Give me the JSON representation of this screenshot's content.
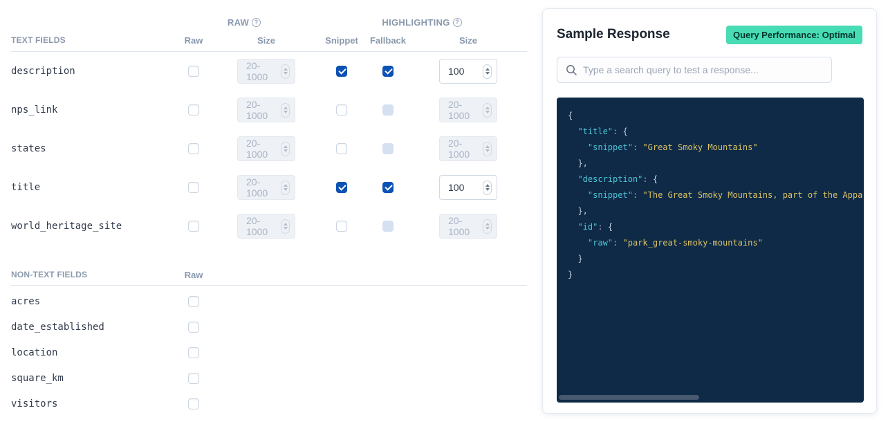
{
  "colors": {
    "accent_checkbox_blue": "#0c51b4",
    "badge_green": "#48dcb4",
    "badge_text": "#00342c",
    "code_background": "#0e2a47",
    "code_key_cyan": "#4fc4d6",
    "code_string_gold": "#dcc266",
    "code_punct_gray": "#c6cede",
    "header_gray_blue": "#8a99ad"
  },
  "fields_table": {
    "help_glyph": "?",
    "raw_group_label": "RAW",
    "highlighting_group_label": "HIGHLIGHTING",
    "size_placeholder": "20-1000",
    "text_section": {
      "title": "TEXT FIELDS",
      "columns": {
        "raw": "Raw",
        "raw_size": "Size",
        "snippet": "Snippet",
        "fallback": "Fallback",
        "hl_size": "Size"
      },
      "rows": [
        {
          "name": "description",
          "raw_checked": false,
          "snippet_checked": true,
          "fallback_state": "checked",
          "hl_size_value": "100"
        },
        {
          "name": "nps_link",
          "raw_checked": false,
          "snippet_checked": false,
          "fallback_state": "disabled",
          "hl_size_value": null
        },
        {
          "name": "states",
          "raw_checked": false,
          "snippet_checked": false,
          "fallback_state": "disabled",
          "hl_size_value": null
        },
        {
          "name": "title",
          "raw_checked": false,
          "snippet_checked": true,
          "fallback_state": "checked",
          "hl_size_value": "100"
        },
        {
          "name": "world_heritage_site",
          "raw_checked": false,
          "snippet_checked": false,
          "fallback_state": "disabled",
          "hl_size_value": null
        }
      ]
    },
    "nontext_section": {
      "title": "NON-TEXT FIELDS",
      "columns": {
        "raw": "Raw"
      },
      "rows": [
        {
          "name": "acres"
        },
        {
          "name": "date_established"
        },
        {
          "name": "location"
        },
        {
          "name": "square_km"
        },
        {
          "name": "visitors"
        }
      ]
    }
  },
  "sample_response": {
    "title": "Sample Response",
    "badge_label": "Query Performance: Optimal",
    "search_placeholder": "Type a search query to test a response...",
    "code_lines": [
      [
        [
          "p",
          "{"
        ]
      ],
      [
        [
          "p",
          "  "
        ],
        [
          "k",
          "\"title\""
        ],
        [
          "c",
          ":"
        ],
        [
          "p",
          " {"
        ]
      ],
      [
        [
          "p",
          "    "
        ],
        [
          "k",
          "\"snippet\""
        ],
        [
          "c",
          ":"
        ],
        [
          "p",
          " "
        ],
        [
          "s",
          "\"Great Smoky Mountains\""
        ]
      ],
      [
        [
          "p",
          "  },"
        ]
      ],
      [
        [
          "p",
          "  "
        ],
        [
          "k",
          "\"description\""
        ],
        [
          "c",
          ":"
        ],
        [
          "p",
          " {"
        ]
      ],
      [
        [
          "p",
          "    "
        ],
        [
          "k",
          "\"snippet\""
        ],
        [
          "c",
          ":"
        ],
        [
          "p",
          " "
        ],
        [
          "s",
          "\"The Great Smoky Mountains, part of the Appa"
        ]
      ],
      [
        [
          "p",
          "  },"
        ]
      ],
      [
        [
          "p",
          "  "
        ],
        [
          "k",
          "\"id\""
        ],
        [
          "c",
          ":"
        ],
        [
          "p",
          " {"
        ]
      ],
      [
        [
          "p",
          "    "
        ],
        [
          "k",
          "\"raw\""
        ],
        [
          "c",
          ":"
        ],
        [
          "p",
          " "
        ],
        [
          "s",
          "\"park_great-smoky-mountains\""
        ]
      ],
      [
        [
          "p",
          "  }"
        ]
      ],
      [
        [
          "p",
          "}"
        ]
      ]
    ]
  }
}
